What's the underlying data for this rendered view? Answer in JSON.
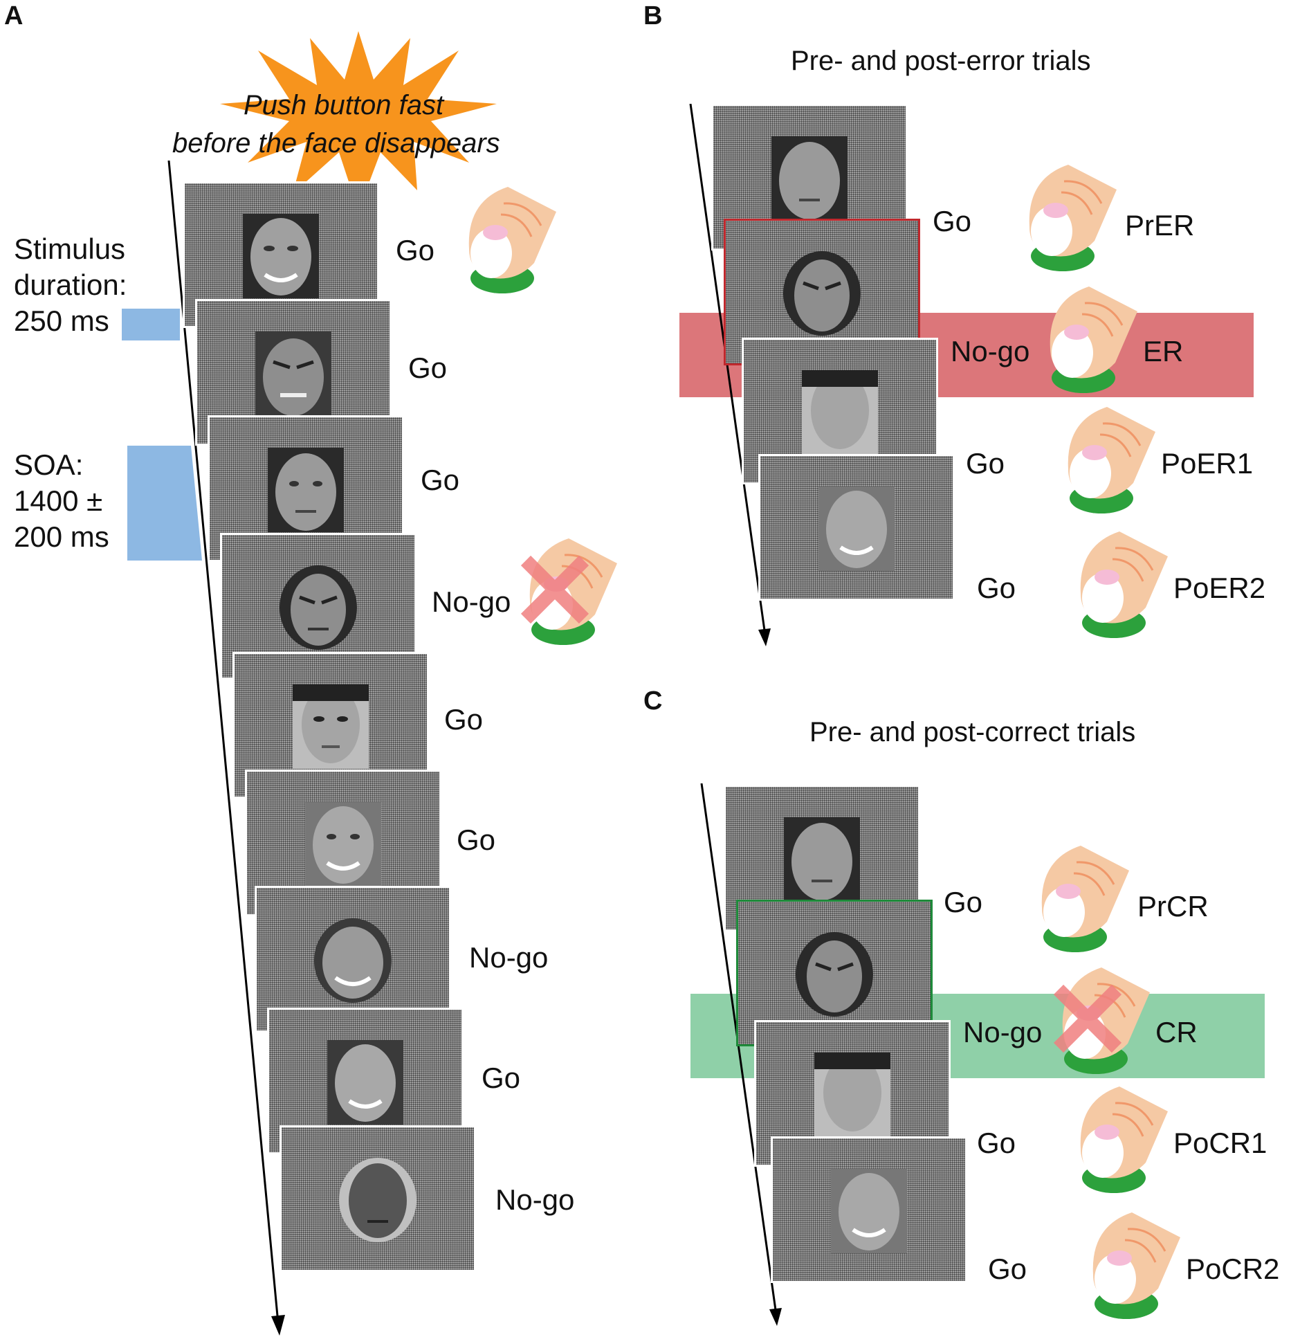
{
  "panels": {
    "a": {
      "letter": "A",
      "instruction_line1": "Push button fast",
      "instruction_line2": "before the face disappears",
      "stimulus_duration": [
        "Stimulus",
        "duration:",
        "250 ms"
      ],
      "soa": [
        "SOA:",
        "1400 ±",
        "200 ms"
      ],
      "trials": [
        {
          "label": "Go",
          "face": "female-smiling-face"
        },
        {
          "label": "Go",
          "face": "male-angry-face"
        },
        {
          "label": "Go",
          "face": "male-neutral-face"
        },
        {
          "label": "No-go",
          "face": "male-angry-oval-face"
        },
        {
          "label": "Go",
          "face": "female-neutral-face"
        },
        {
          "label": "Go",
          "face": "male-smiling-face"
        },
        {
          "label": "No-go",
          "face": "male-smiling-oval-face"
        },
        {
          "label": "Go",
          "face": "female-smiling-face"
        },
        {
          "label": "No-go",
          "face": "female-neutral-oval-face"
        }
      ]
    },
    "b": {
      "letter": "B",
      "title": "Pre- and post-error trials",
      "trials": [
        {
          "label": "Go",
          "code": "PrER"
        },
        {
          "label": "No-go",
          "code": "ER"
        },
        {
          "label": "Go",
          "code": "PoER1"
        },
        {
          "label": "Go",
          "code": "PoER2"
        }
      ]
    },
    "c": {
      "letter": "C",
      "title": "Pre- and post-correct trials",
      "trials": [
        {
          "label": "Go",
          "code": "PrCR"
        },
        {
          "label": "No-go",
          "code": "CR"
        },
        {
          "label": "Go",
          "code": "PoCR1"
        },
        {
          "label": "Go",
          "code": "PoCR2"
        }
      ]
    }
  },
  "colors": {
    "starburst": "#f7941d",
    "timing_bar": "#8db8e3",
    "error_band": "#dc767a",
    "correct_band": "#8fd0a8",
    "button": "#2ca13c",
    "finger": "#f5c9a4",
    "cross": "#f08080"
  }
}
